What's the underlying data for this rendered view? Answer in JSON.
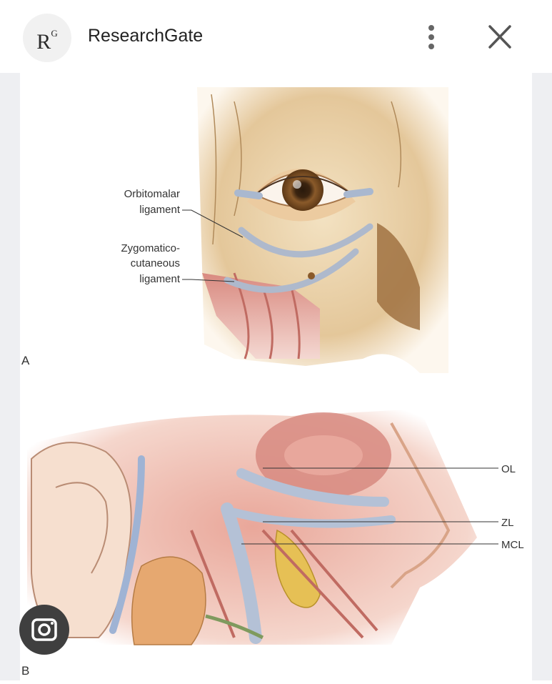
{
  "header": {
    "logo_text": "R",
    "logo_superscript": "G",
    "site_name": "ResearchGate",
    "more_icon": "more-vertical-icon",
    "close_icon": "close-icon"
  },
  "figure": {
    "panel_a": {
      "label": "A",
      "labels": {
        "orbitomalar_1": "Orbitomalar",
        "orbitomalar_2": "ligament",
        "zygomatico_1": "Zygomatico-",
        "zygomatico_2": "cutaneous",
        "zygomatico_3": "ligament"
      }
    },
    "panel_b": {
      "label": "B",
      "labels": {
        "ol": "OL",
        "zl": "ZL",
        "mcl": "MCL"
      }
    }
  },
  "visual_search_icon": "lens-icon"
}
